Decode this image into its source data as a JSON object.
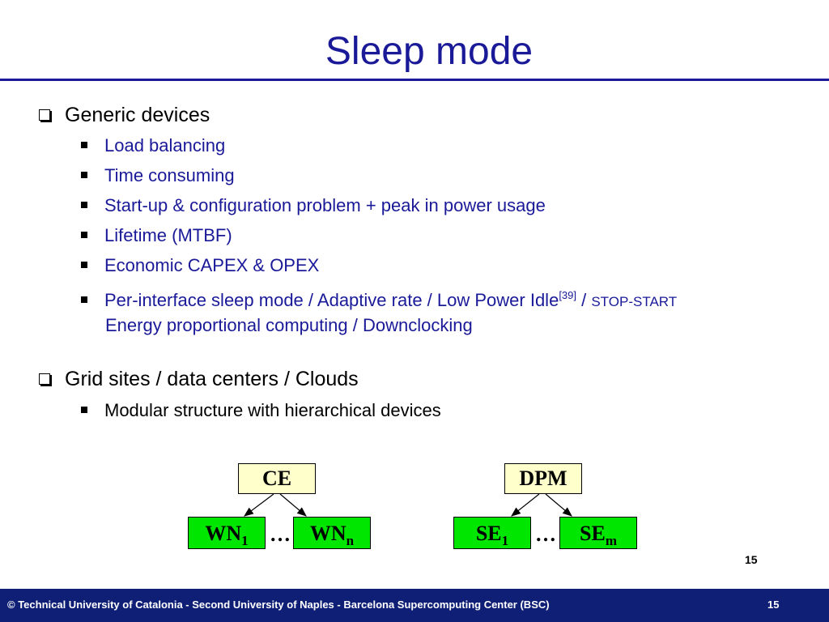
{
  "slide": {
    "title": "Sleep mode",
    "sections": [
      {
        "heading": "Generic devices",
        "items": [
          "Load balancing",
          "Time consuming",
          "Start-up & configuration problem + peak in power usage",
          "Lifetime (MTBF)",
          "Economic CAPEX & OPEX"
        ],
        "last_item": {
          "text": "Per-interface sleep mode / Adaptive rate  / Low Power Idle",
          "ref": "[39]",
          "sep": " / ",
          "smallcaps": "STOP-START",
          "continuation": "Energy proportional computing / Downclocking"
        }
      },
      {
        "heading": "Grid sites / data centers / Clouds",
        "items": [
          "Modular structure with hierarchical devices"
        ]
      }
    ],
    "diagram": {
      "left": {
        "root": "CE",
        "child1": "WN",
        "child1_sub": "1",
        "dots": "…",
        "child2": "WN",
        "child2_sub": "n"
      },
      "right": {
        "root": "DPM",
        "child1": "SE",
        "child1_sub": "1",
        "dots": "…",
        "child2": "SE",
        "child2_sub": "m"
      }
    },
    "page_number": "15"
  },
  "footer": {
    "text": "© Technical University of Catalonia - Second University of Naples - Barcelona Supercomputing Center (BSC)",
    "page": "15"
  },
  "colors": {
    "title": "#1a1a99",
    "footer_bg": "#0e1f75",
    "node_yellow": "#ffffcc",
    "node_green": "#00e600"
  }
}
